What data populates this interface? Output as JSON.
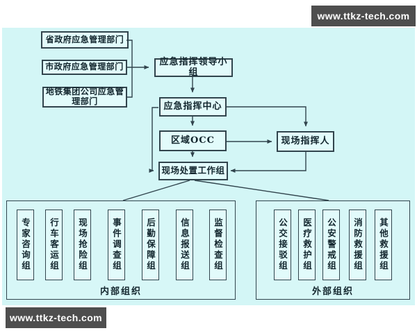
{
  "watermarks": {
    "top_right": "www.ttkz-tech.com",
    "bottom_left": "www.ttkz-tech.com"
  },
  "colors": {
    "page_background": "#ffffff",
    "diagram_background": "#d3f6f6",
    "node_fill": "#e2fbfb",
    "line_color": "#31444d",
    "text_color": "#13262e",
    "badge_background": "#4e4e4e",
    "badge_text": "#ffffff"
  },
  "nodes": {
    "source_boxes": [
      "省政府应急管理部门",
      "市政府应急管理部门",
      "地铁集团公司应急管理部门"
    ],
    "leadership_group": "应急指挥领导小组",
    "command_center": "应急指挥中心",
    "regional_occ": "区域OCC",
    "site_commander": "现场指挥人",
    "site_workgroup": "现场处置工作组"
  },
  "internal_org": {
    "label": "内部组织",
    "groups": [
      "专家咨询组",
      "行车客运组",
      "现场抢险组",
      "事件调查组",
      "后勤保障组",
      "信息报送组",
      "监督检查组"
    ]
  },
  "external_org": {
    "label": "外部组织",
    "groups": [
      "公交接驳组",
      "医疗救护组",
      "公安警戒组",
      "消防救援组",
      "其他救援组"
    ]
  }
}
